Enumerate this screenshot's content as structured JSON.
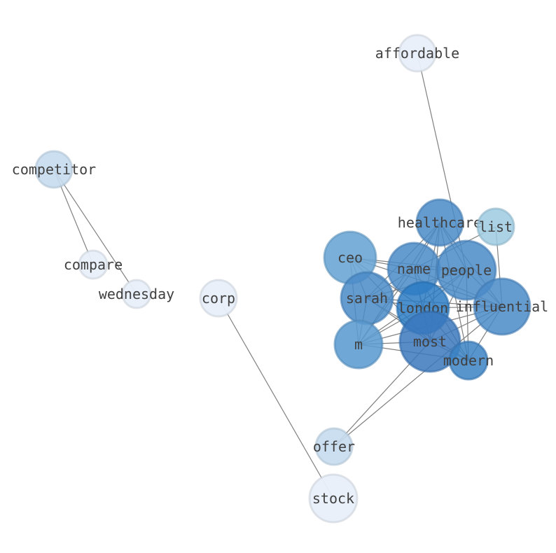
{
  "nodes": [
    {
      "id": "affordable",
      "label": "affordable",
      "color": "#e8eff9",
      "opacity": 0.95,
      "size": 26
    },
    {
      "id": "competitor",
      "label": "competitor",
      "color": "#c6dbef",
      "opacity": 0.9,
      "size": 26
    },
    {
      "id": "compare",
      "label": "compare",
      "color": "#e8eff9",
      "opacity": 0.95,
      "size": 20
    },
    {
      "id": "wednesday",
      "label": "wednesday",
      "color": "#e8eff9",
      "opacity": 0.95,
      "size": 20
    },
    {
      "id": "corp",
      "label": "corp",
      "color": "#e8eff9",
      "opacity": 0.95,
      "size": 26
    },
    {
      "id": "healthcare",
      "label": "healthcare",
      "color": "#4a8bc8",
      "opacity": 0.85,
      "size": 33
    },
    {
      "id": "list",
      "label": "list",
      "color": "#9ecae1",
      "opacity": 0.85,
      "size": 26
    },
    {
      "id": "ceo",
      "label": "ceo",
      "color": "#6aa6d4",
      "opacity": 0.9,
      "size": 37
    },
    {
      "id": "name",
      "label": "name",
      "color": "#4a8bc8",
      "opacity": 0.85,
      "size": 37
    },
    {
      "id": "people",
      "label": "people",
      "color": "#4a8bc8",
      "opacity": 0.85,
      "size": 42
    },
    {
      "id": "sarah",
      "label": "sarah",
      "color": "#4a8bc8",
      "opacity": 0.85,
      "size": 37
    },
    {
      "id": "london",
      "label": "london",
      "color": "#2b7bc4",
      "opacity": 0.85,
      "size": 37
    },
    {
      "id": "influential",
      "label": "influential",
      "color": "#4a8bc8",
      "opacity": 0.85,
      "size": 40
    },
    {
      "id": "m",
      "label": "m",
      "color": "#5b9bd0",
      "opacity": 0.88,
      "size": 34
    },
    {
      "id": "most",
      "label": "most",
      "color": "#3a78bd",
      "opacity": 0.85,
      "size": 43
    },
    {
      "id": "modern",
      "label": "modern",
      "color": "#3b82c4",
      "opacity": 0.85,
      "size": 27
    },
    {
      "id": "offer",
      "label": "offer",
      "color": "#c6dbef",
      "opacity": 0.9,
      "size": 26
    },
    {
      "id": "stock",
      "label": "stock",
      "color": "#e8eff9",
      "opacity": 0.95,
      "size": 34
    }
  ],
  "edges": [
    [
      "affordable",
      "people"
    ],
    [
      "competitor",
      "compare"
    ],
    [
      "competitor",
      "wednesday"
    ],
    [
      "corp",
      "stock"
    ],
    [
      "offer",
      "most"
    ],
    [
      "offer",
      "influential"
    ],
    [
      "list",
      "influential"
    ],
    [
      "list",
      "name"
    ],
    [
      "healthcare",
      "name"
    ],
    [
      "healthcare",
      "sarah"
    ],
    [
      "healthcare",
      "people"
    ],
    [
      "healthcare",
      "london"
    ],
    [
      "healthcare",
      "most"
    ],
    [
      "healthcare",
      "m"
    ],
    [
      "healthcare",
      "influential"
    ],
    [
      "healthcare",
      "modern"
    ],
    [
      "ceo",
      "name"
    ],
    [
      "ceo",
      "sarah"
    ],
    [
      "ceo",
      "london"
    ],
    [
      "ceo",
      "most"
    ],
    [
      "ceo",
      "m"
    ],
    [
      "ceo",
      "influential"
    ],
    [
      "ceo",
      "people"
    ],
    [
      "name",
      "people"
    ],
    [
      "name",
      "sarah"
    ],
    [
      "name",
      "london"
    ],
    [
      "name",
      "most"
    ],
    [
      "name",
      "influential"
    ],
    [
      "name",
      "m"
    ],
    [
      "name",
      "modern"
    ],
    [
      "people",
      "london"
    ],
    [
      "people",
      "influential"
    ],
    [
      "people",
      "most"
    ],
    [
      "people",
      "sarah"
    ],
    [
      "people",
      "modern"
    ],
    [
      "people",
      "m"
    ],
    [
      "sarah",
      "london"
    ],
    [
      "sarah",
      "most"
    ],
    [
      "sarah",
      "m"
    ],
    [
      "sarah",
      "influential"
    ],
    [
      "sarah",
      "modern"
    ],
    [
      "london",
      "influential"
    ],
    [
      "london",
      "most"
    ],
    [
      "london",
      "m"
    ],
    [
      "london",
      "modern"
    ],
    [
      "influential",
      "most"
    ],
    [
      "influential",
      "m"
    ],
    [
      "influential",
      "modern"
    ],
    [
      "m",
      "most"
    ],
    [
      "m",
      "modern"
    ],
    [
      "most",
      "modern"
    ]
  ]
}
